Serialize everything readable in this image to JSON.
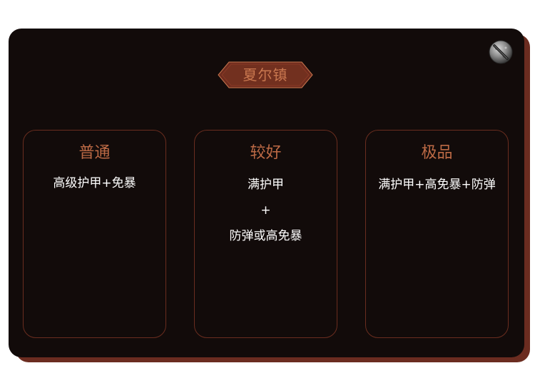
{
  "title": "夏尔镇",
  "icons": {
    "close": "close-icon"
  },
  "colors": {
    "panel_bg": "#120b0a",
    "panel_shadow": "#6b2c20",
    "accent": "#bd6a45",
    "card_border": "#6a2d1f",
    "text": "#ffffff"
  },
  "tiers": [
    {
      "name": "普通",
      "lines": [
        "高级护甲+免暴"
      ]
    },
    {
      "name": "较好",
      "lines": [
        "满护甲",
        "+",
        "防弹或高免暴"
      ]
    },
    {
      "name": "极品",
      "lines": [
        "满护甲+高免暴+防弹"
      ]
    }
  ]
}
